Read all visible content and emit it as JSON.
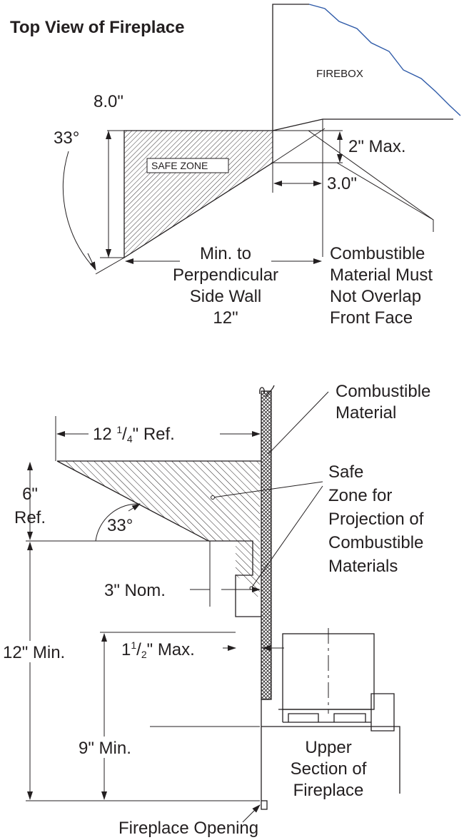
{
  "top_view": {
    "title": "Top View of Fireplace",
    "firebox_label": "FIREBOX",
    "safe_zone_label": "SAFE ZONE",
    "dim_8": "8.0\"",
    "angle_33": "33°",
    "dim_2_max": "2\" Max.",
    "dim_3": "3.0\"",
    "min_perp_lines": [
      "Min. to",
      "Perpendicular",
      "Side Wall",
      "12\""
    ],
    "combustible_note_lines": [
      "Combustible",
      "Material Must",
      "Not Overlap",
      "Front Face"
    ]
  },
  "side_view": {
    "dim_12_1_4": "12 ¹/₄\" Ref.",
    "dim_12_whole": "12 ",
    "dim_frac_num": "1",
    "dim_frac_den": "4",
    "dim_ref_suffix": "\" Ref.",
    "combustible_material_lines": [
      "Combustible",
      "Material"
    ],
    "safe_zone_lines": [
      "Safe",
      "Zone for",
      "Projection of",
      "Combustible",
      "Materials"
    ],
    "dim_6_ref_lines": [
      "6\"",
      "Ref."
    ],
    "angle_33": "33°",
    "dim_3_nom": "3\" Nom.",
    "dim_1_half_whole": "1",
    "dim_1_half_num": "1",
    "dim_1_half_den": "2",
    "dim_1_half_suffix": "\" Max.",
    "dim_12_min": "12\" Min.",
    "dim_9_min": "9\" Min.",
    "upper_section_lines": [
      "Upper",
      "Section of",
      "Fireplace"
    ],
    "fireplace_opening": "Fireplace Opening"
  },
  "colors": {
    "line": "#231f20",
    "firebox_edge": "#2e5aa8",
    "background": "#ffffff"
  }
}
